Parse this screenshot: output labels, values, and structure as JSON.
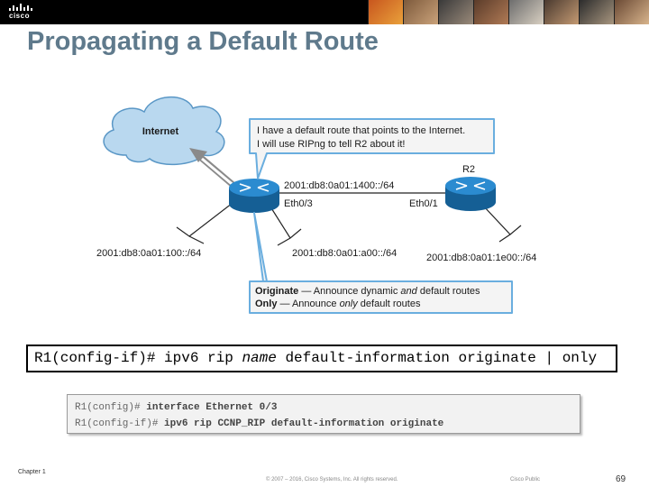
{
  "header": {
    "brand": "cisco",
    "title": "Propagating a Default Route"
  },
  "diagram": {
    "cloud_label": "Internet",
    "r1_note_line1": "I have a default route that points to the Internet.",
    "r1_note_line2": "I will use RIPng to tell R2 about it!",
    "r2_label": "R2",
    "link_net": "2001:db8:0a01:1400::/64",
    "r1_iface": "Eth0/3",
    "r2_iface": "Eth0/1",
    "r1_left_net": "2001:db8:0a01:100::/64",
    "r1_right_net": "2001:db8:0a01:a00::/64",
    "r2_net": "2001:db8:0a01:1e00::/64",
    "legend_originate_key": "Originate",
    "legend_originate_a": " — Announce dynamic ",
    "legend_originate_and": "and",
    "legend_originate_b": " default routes",
    "legend_only_key": "Only",
    "legend_only_a": " — Announce ",
    "legend_only_only": "only",
    "legend_only_b": " default routes"
  },
  "syntax": {
    "prefix": "R1(config-if)# ipv6 rip ",
    "arg": "name",
    "suffix": " default-information originate | only"
  },
  "config": {
    "line1_prompt": "R1(config)# ",
    "line1_cmd": "interface Ethernet 0/3",
    "line2_prompt": "R1(config-if)# ",
    "line2_cmd": "ipv6 rip CCNP_RIP default-information originate"
  },
  "footer": {
    "chapter": "Chapter 1",
    "copyright": "© 2007 – 2016, Cisco Systems, Inc. All rights reserved.",
    "classification": "Cisco Public",
    "page": "69"
  },
  "colors": {
    "title": "#5f7a8c",
    "cloud_fill": "#b9d8ef",
    "router_blue": "#1d7bbd",
    "callout_border": "#6aaedf",
    "callout_fill": "#f4f4f4"
  }
}
